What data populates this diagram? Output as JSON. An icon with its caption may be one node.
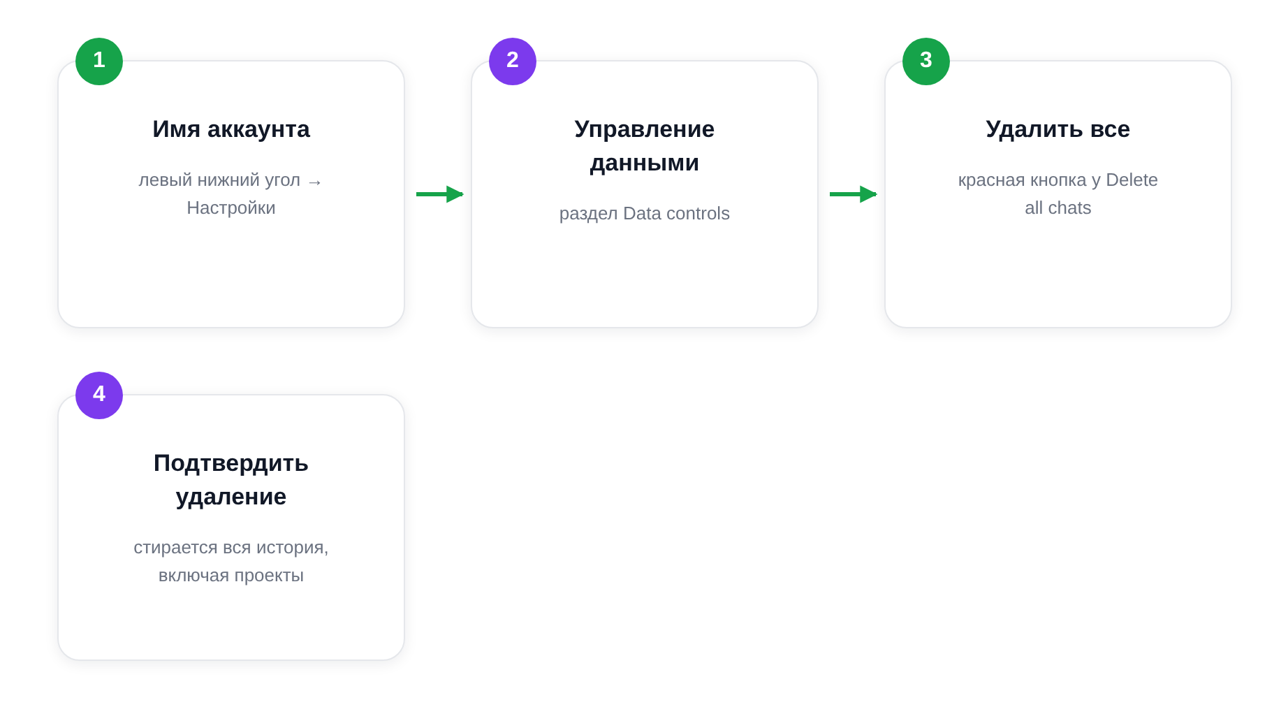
{
  "diagram": {
    "nodes": [
      {
        "text": [
          "1",
          "Имя аккаунта",
          "левый нижний угол → Настройки"
        ]
      },
      {
        "text": [
          "2",
          "Управление данными",
          "раздел Data controls"
        ]
      },
      {
        "text": [
          "3",
          "Удалить все",
          "красная кнопка у Delete all chats"
        ]
      },
      {
        "text": [
          "4",
          "Подтвердить удаление",
          "стирается вся история, включая проекты"
        ]
      }
    ],
    "edges": [
      {
        "from": 0,
        "to": 1,
        "arrow": "to"
      },
      {
        "from": 1,
        "to": 2,
        "arrow": "to"
      }
    ]
  }
}
